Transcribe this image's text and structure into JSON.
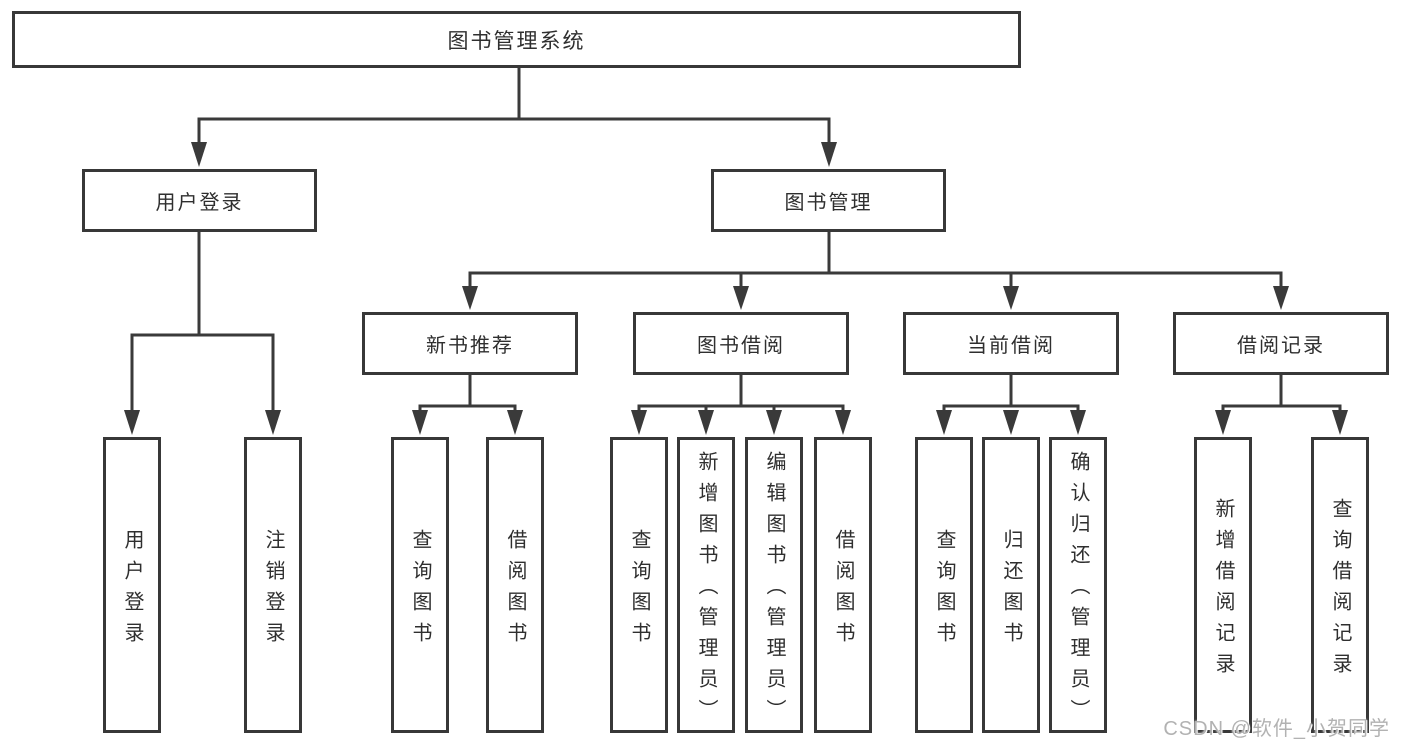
{
  "diagram": {
    "root": "图书管理系统",
    "level2": [
      {
        "label": "用户登录",
        "leaves": [
          "用户登录",
          "注销登录"
        ]
      },
      {
        "label": "图书管理",
        "sections": [
          {
            "label": "新书推荐",
            "leaves": [
              "查询图书",
              "借阅图书"
            ]
          },
          {
            "label": "图书借阅",
            "leaves": [
              "查询图书",
              "新增图书（管理员）",
              "编辑图书（管理员）",
              "借阅图书"
            ]
          },
          {
            "label": "当前借阅",
            "leaves": [
              "查询图书",
              "归还图书",
              "确认归还（管理员）"
            ]
          },
          {
            "label": "借阅记录",
            "leaves": [
              "新增借阅记录",
              "查询借阅记录"
            ]
          }
        ]
      }
    ]
  },
  "watermark": {
    "text": "CSDN @软件_小贺同学",
    "color": "#b2b2b2"
  },
  "colors": {
    "line": "#3a3a3a",
    "border": "#383838",
    "text": "#2f2f2f",
    "background": "#ffffff"
  }
}
